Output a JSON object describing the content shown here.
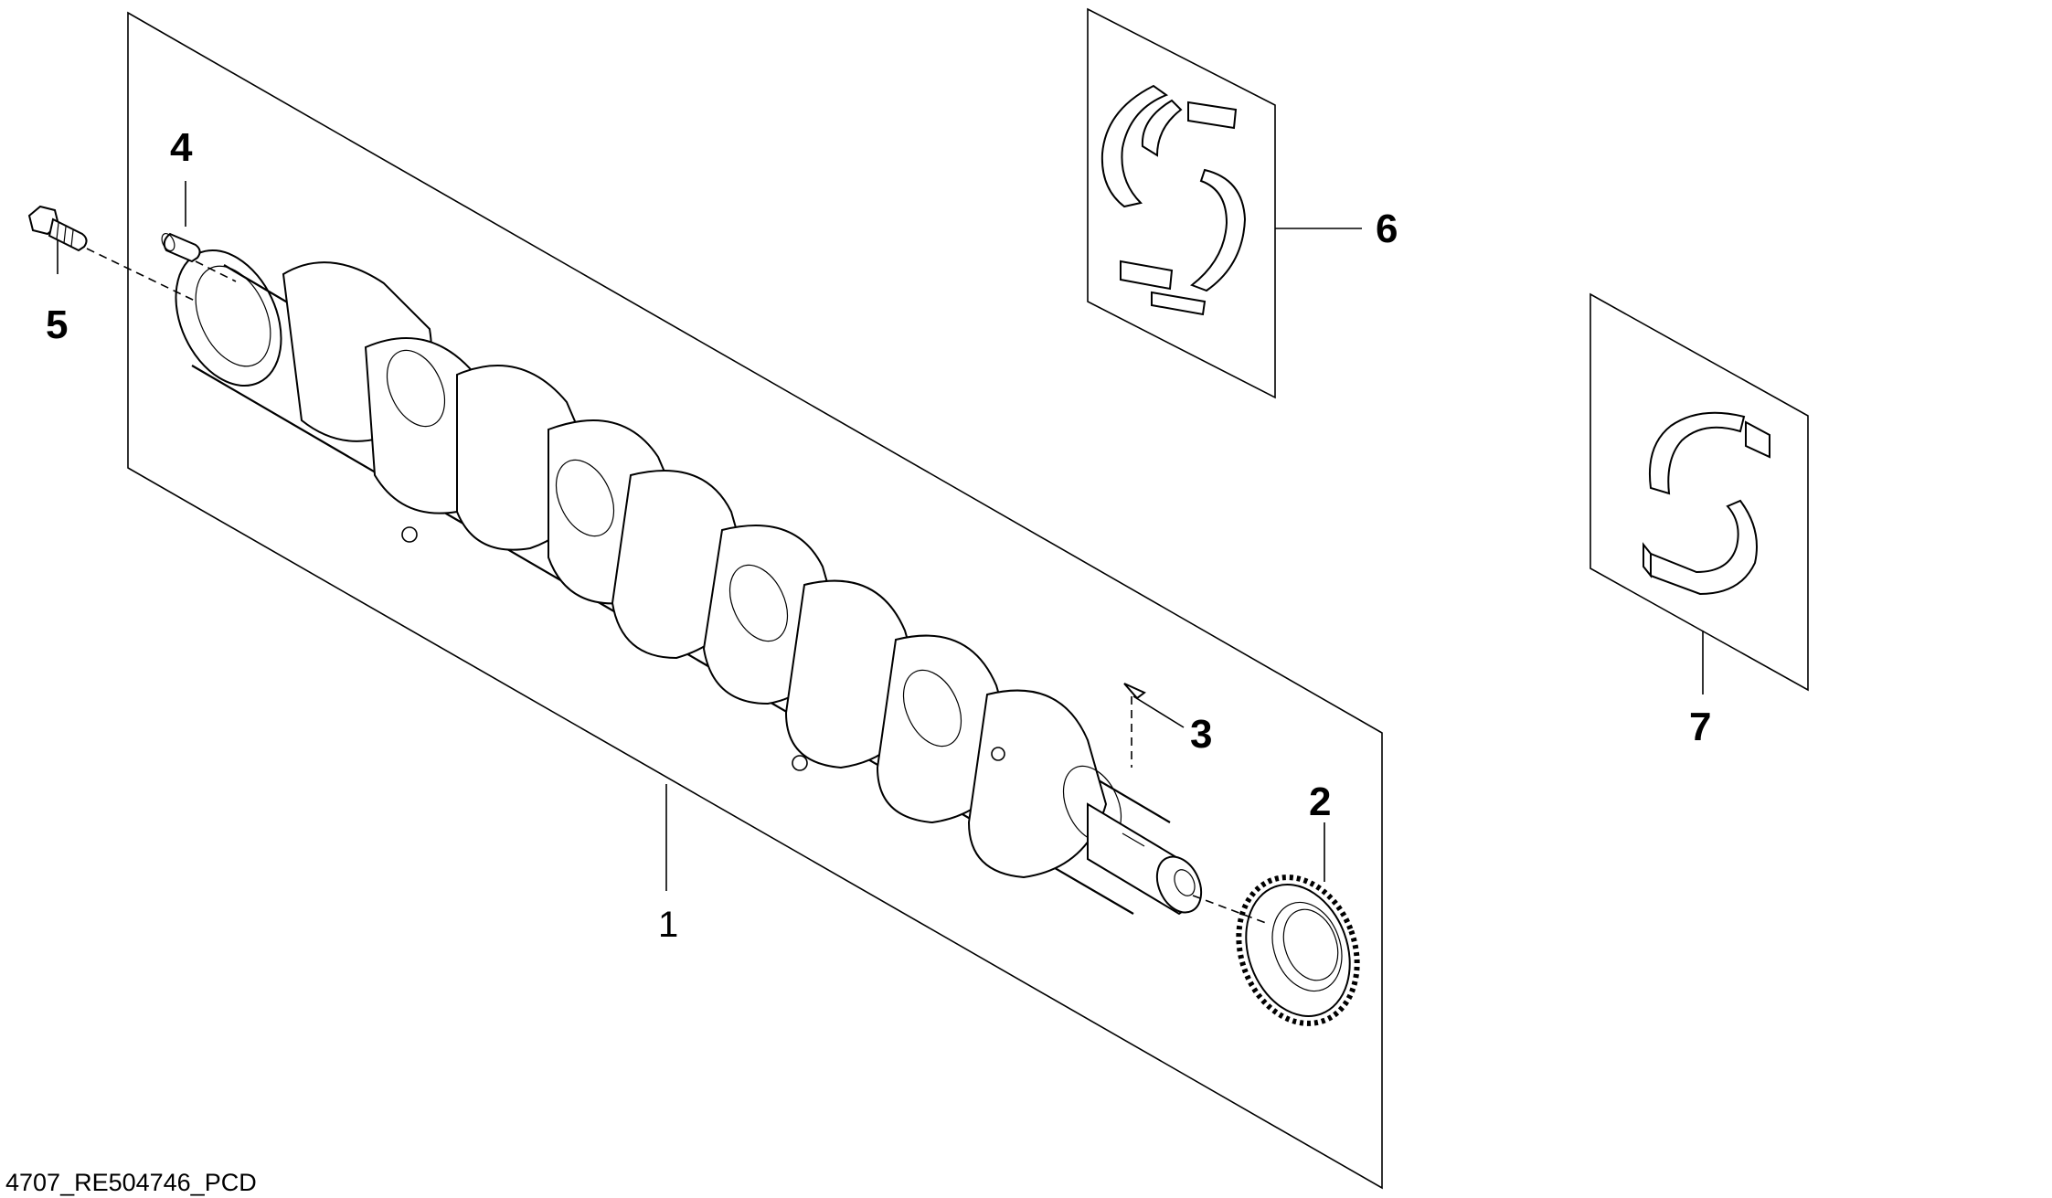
{
  "figure": {
    "drawing_id": "4707_RE504746_PCD",
    "callouts": [
      {
        "id": "1",
        "part": "crankshaft"
      },
      {
        "id": "2",
        "part": "crankshaft-gear"
      },
      {
        "id": "3",
        "part": "key"
      },
      {
        "id": "4",
        "part": "dowel-pin"
      },
      {
        "id": "5",
        "part": "bolt"
      },
      {
        "id": "6",
        "part": "main-bearing-set"
      },
      {
        "id": "7",
        "part": "thrust-bearing-set"
      }
    ]
  },
  "colors": {
    "line": "#000000",
    "background": "#ffffff"
  }
}
